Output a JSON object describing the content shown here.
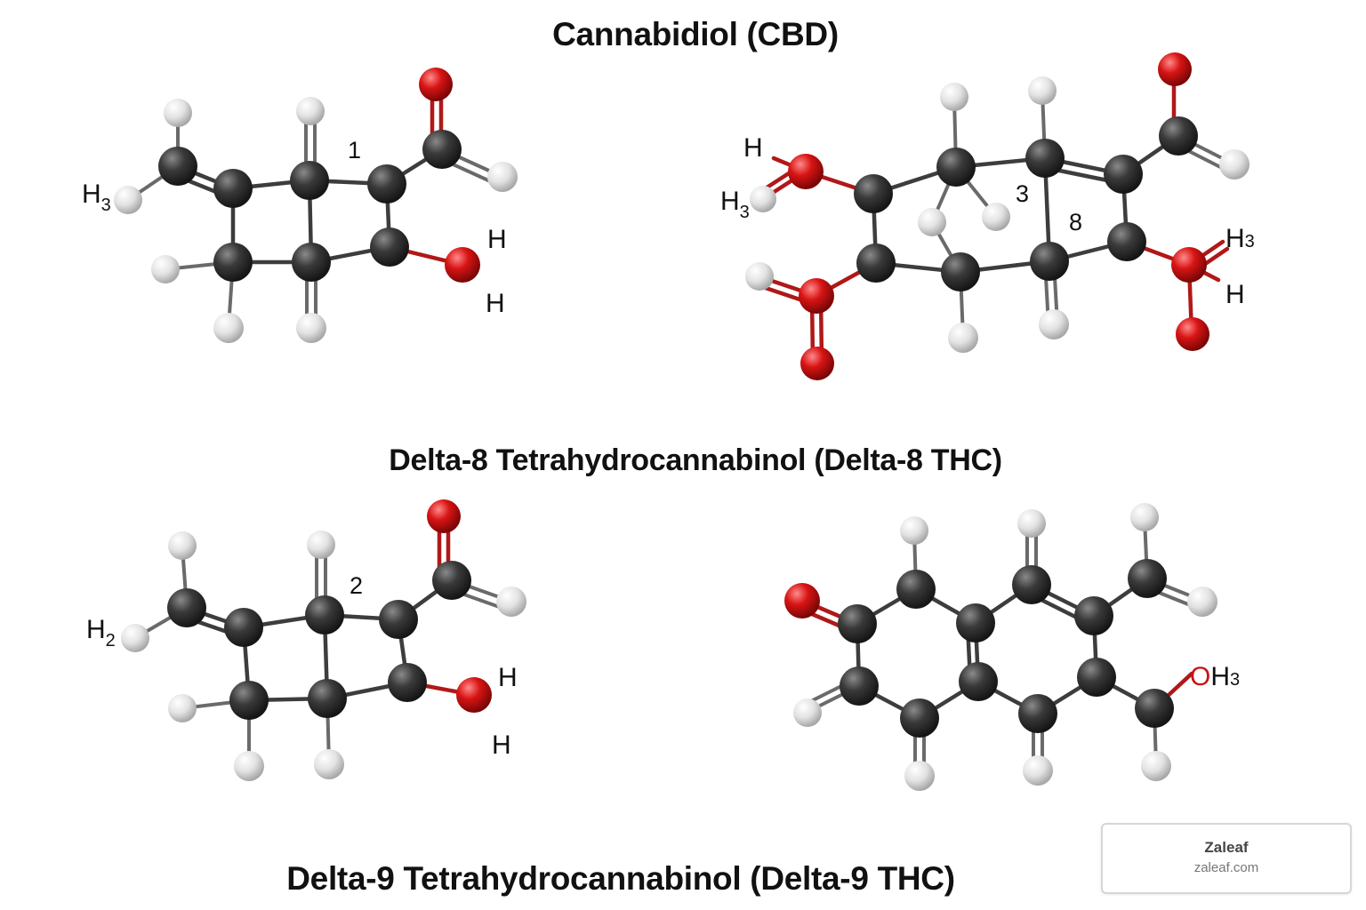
{
  "titles": {
    "cbd": "Cannabidiol (CBD)",
    "delta8": "Delta-8 Tetrahydrocannabinol (Delta-8 THC)",
    "delta9": "Delta-9 Tetrahydrocannabinol (Delta-9 THC)"
  },
  "labels": {
    "m1_h3": "H",
    "m1_h3_sub": "3",
    "m1_num": "1",
    "m1_h_top": "H",
    "m1_h_bot": "H",
    "m2_h": "H",
    "m2_h3": "H",
    "m2_h3_sub": "3",
    "m2_num3": "3",
    "m2_num8": "8",
    "m2_rh3": "H",
    "m2_rh3_sub": "3",
    "m2_rh": "H",
    "m3_h2": "H",
    "m3_h2_sub": "2",
    "m3_num": "2",
    "m3_h_top": "H",
    "m3_h_bot": "H",
    "m4_o": "O",
    "m4_h3": "H",
    "m4_h3_sub": "3"
  },
  "watermark": {
    "name": "Zaleaf",
    "url": "zaleaf.com"
  },
  "colors": {
    "carbon": "#3a3a3a",
    "oxygen": "#d81414",
    "hydrogen": "#e2e2e2"
  }
}
